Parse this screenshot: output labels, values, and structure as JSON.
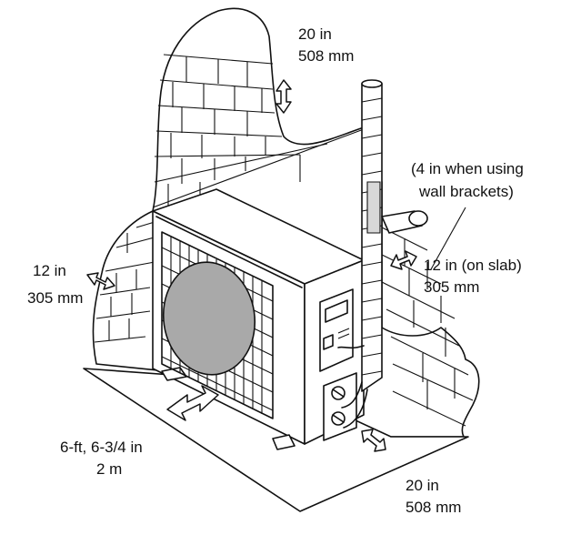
{
  "labels": {
    "top_clearance_in": "20 in",
    "top_clearance_mm": "508 mm",
    "bracket_note_line1": "(4 in when using",
    "bracket_note_line2": "wall brackets)",
    "side_left_in": "12 in",
    "side_left_mm": "305 mm",
    "side_right_in": "12 in (on slab)",
    "side_right_mm": "305 mm",
    "front_line1": "6-ft, 6-3/4 in",
    "front_line2": "2 m",
    "rear_in": "20 in",
    "rear_mm": "508 mm"
  },
  "colors": {
    "line": "#111111",
    "fan_fill": "#a9a9a9",
    "background": "#ffffff"
  },
  "icons": {
    "clearance_arrow": "double-headed-arrow",
    "fan": "fan-grille",
    "pipe": "insulated-refrigerant-pipe"
  }
}
